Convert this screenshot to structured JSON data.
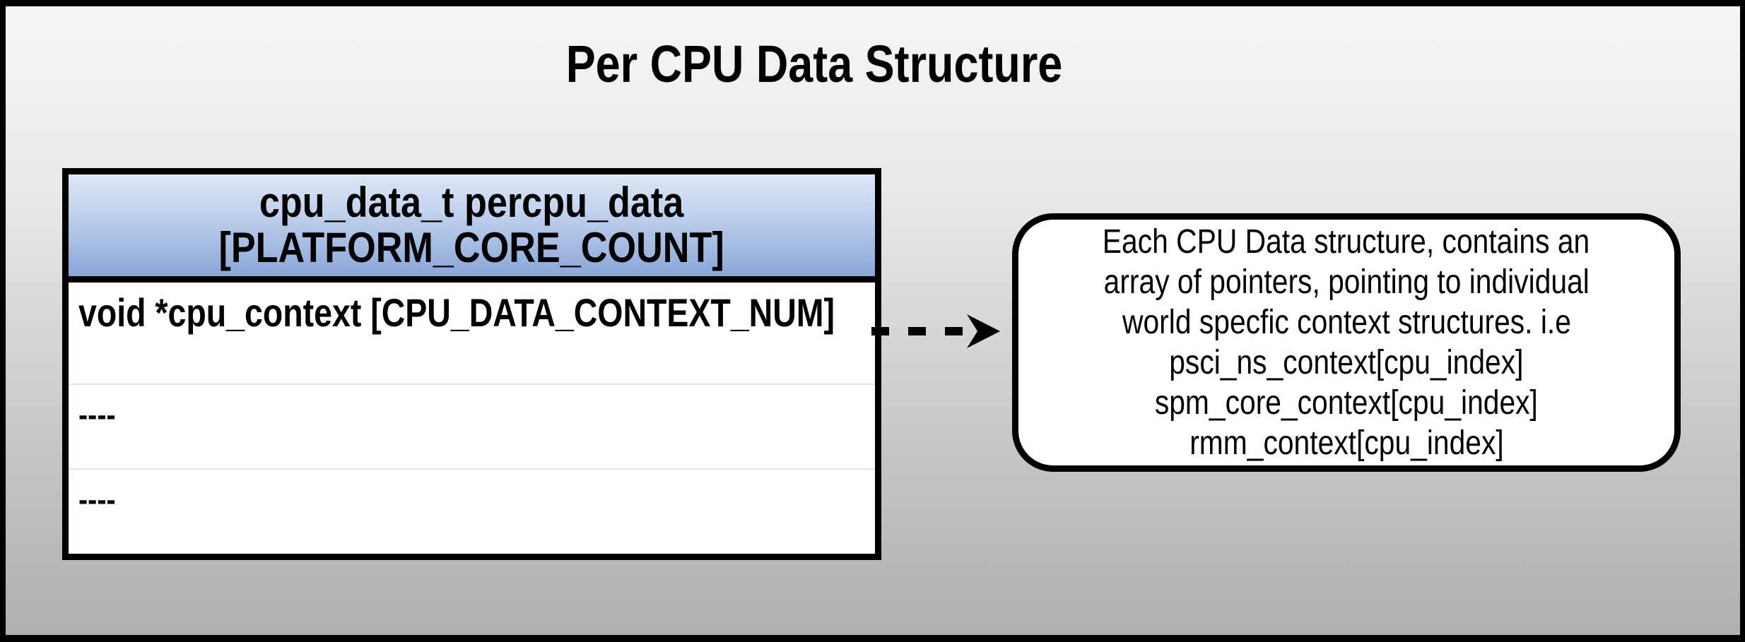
{
  "title": "Per CPU Data Structure",
  "struct_table": {
    "header": {
      "line1": "cpu_data_t percpu_data",
      "line2": "[PLATFORM_CORE_COUNT]"
    },
    "rows": [
      {
        "text": "void *cpu_context [CPU_DATA_CONTEXT_NUM]"
      },
      {
        "text": "----"
      },
      {
        "text": "----"
      }
    ]
  },
  "arrow": {
    "style": "dashed",
    "direction": "right"
  },
  "note_box": {
    "lines": [
      "Each CPU Data structure, contains an",
      "array of pointers, pointing to individual",
      "world specfic context structures. i.e",
      "psci_ns_context[cpu_index]",
      "spm_core_context[cpu_index]",
      "rmm_context[cpu_index]"
    ]
  },
  "colors": {
    "border": "#000000",
    "background_gradient_top": "#f6f6f6",
    "background_gradient_bottom": "#b0b0b0",
    "header_gradient_top": "#dde7f6",
    "header_gradient_bottom": "#8aa6d8",
    "table_background": "#ffffff",
    "row_separator": "#e3e3e3",
    "text": "#000000"
  }
}
